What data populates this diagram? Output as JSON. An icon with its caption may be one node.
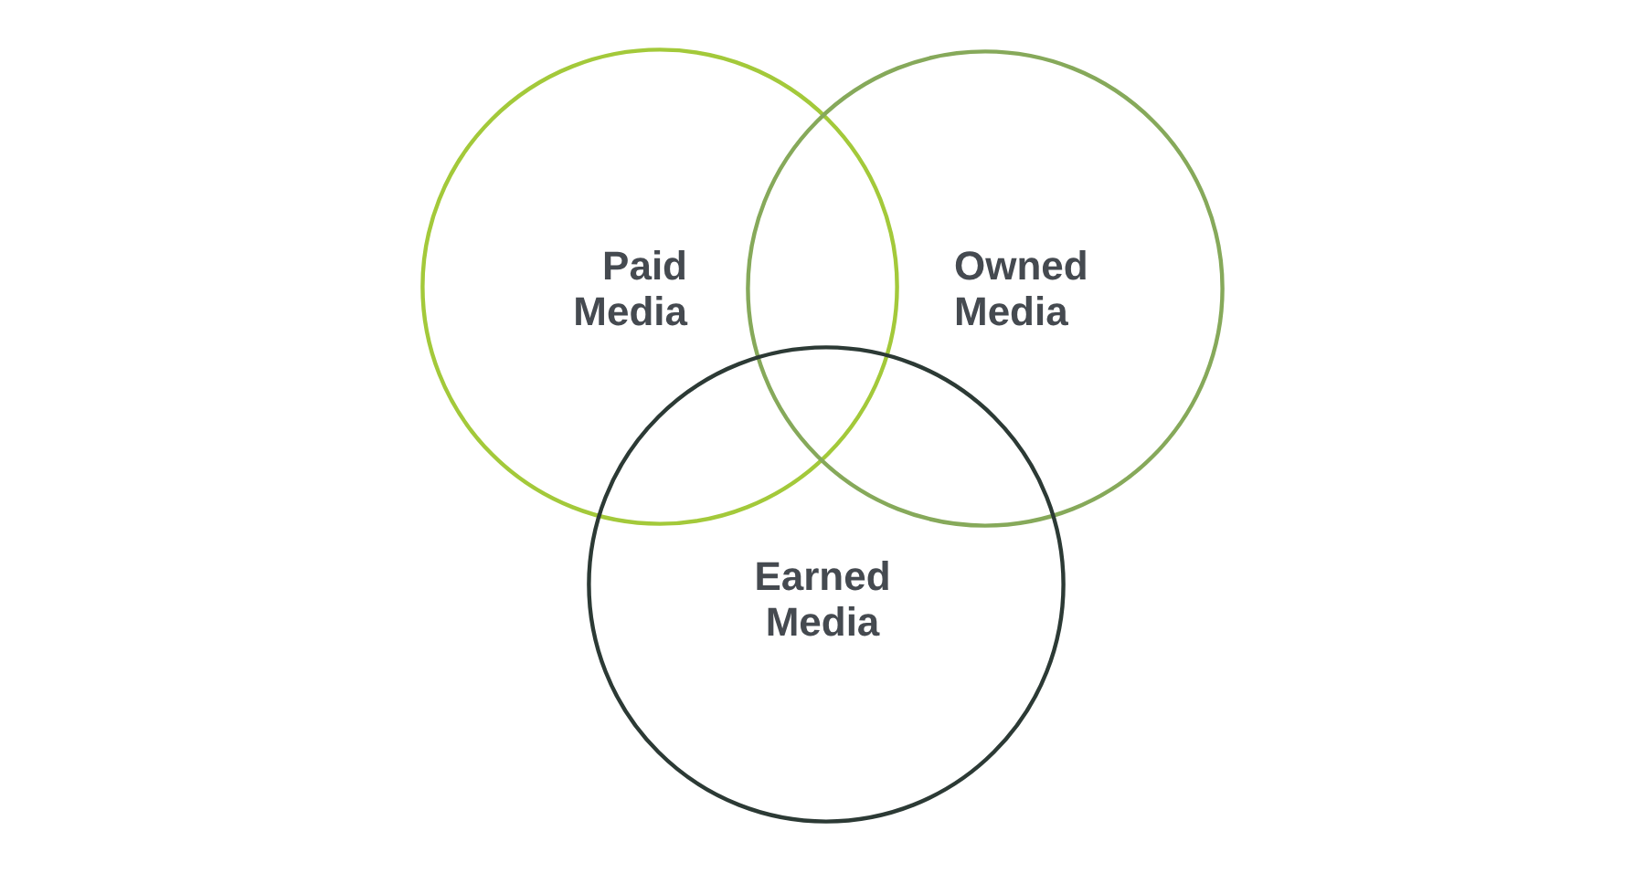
{
  "diagram": {
    "nodes": [
      {
        "text": [
          "Paid Media"
        ]
      },
      {
        "text": [
          "Owned Media"
        ]
      },
      {
        "text": [
          "Earned Media"
        ]
      }
    ]
  }
}
